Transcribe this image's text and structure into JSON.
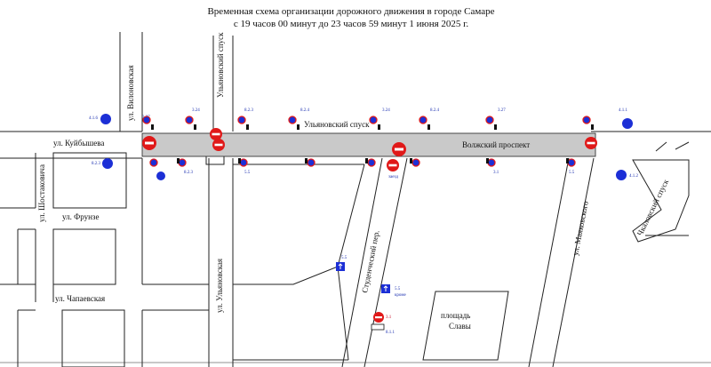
{
  "title": {
    "line1": "Временная схема организации дорожного движения в городе Самаре",
    "line2": "с 19 часов 00 минут до 23 часов 59 минут 1 июня 2025 г."
  },
  "streets": {
    "vilonovskaya": "ул. Вилоновская",
    "ulyanovsky_spusk_top": "Ульяновский спуск",
    "ulyanovsky_spusk_mid": "Ульяновский спуск",
    "kuibysheva": "ул. Куйбышева",
    "volzhsky": "Волжский проспект",
    "shostakovicha": "ул. Шостаковича",
    "frunze": "ул. Фрунзе",
    "chapaevskaya": "ул. Чапаевская",
    "ulyanovskaya": "ул. Ульяновская",
    "studenchesky": "Студенческий пер.",
    "mayakovskogo": "ул. Маяковского",
    "chkalovsky": "Чкаловский спуск",
    "ploshchad_1": "площадь",
    "ploshchad_2": "Славы"
  },
  "sign_labels": {
    "s1": "3.27",
    "s2": "3.24",
    "s3": "8.2.3",
    "s4": "8.2.4",
    "s5": "4.1.1",
    "s6": "4.1.6",
    "s7": "5.5",
    "s8": "5.5",
    "s9": "3.1",
    "s10": "8.1.1",
    "s11": "3.1",
    "s12": "8.2.3",
    "s13": "4.1.2",
    "s14": "5.5",
    "s15": "3.27",
    "s16": "3.24",
    "s17": "8.2.4",
    "s18": "заезд",
    "s19": "кроме",
    "s20": "5.5",
    "s21": "8.2.3"
  },
  "colors": {
    "road": "#c9c9c9",
    "block_line": "#222222",
    "prohibition_red": "#e01919",
    "info_blue": "#1c2fd6",
    "label_blue": "#1a2fb0"
  }
}
